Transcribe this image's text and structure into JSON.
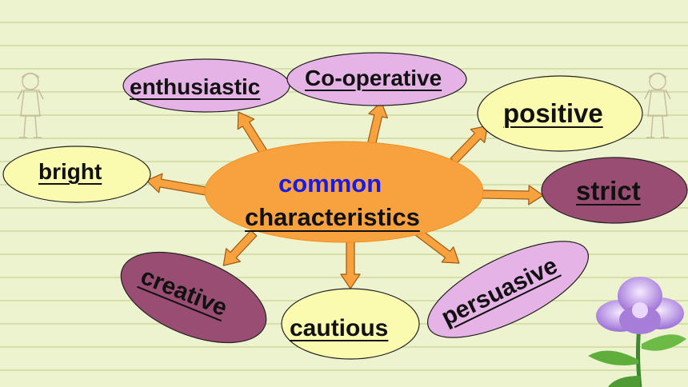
{
  "diagram": {
    "center": {
      "line1": "common",
      "line2": "characteristics"
    },
    "nodes": [
      {
        "id": "enthusiastic",
        "label": "enthusiastic"
      },
      {
        "id": "cooperative",
        "label": "Co-operative"
      },
      {
        "id": "positive",
        "label": "positive"
      },
      {
        "id": "bright",
        "label": "bright"
      },
      {
        "id": "strict",
        "label": "strict"
      },
      {
        "id": "creative",
        "label": "creative"
      },
      {
        "id": "cautious",
        "label": "cautious"
      },
      {
        "id": "persuasive",
        "label": "persuasive"
      }
    ]
  },
  "colors": {
    "background": "#eef3cf",
    "center_fill": "#f7a23e",
    "arrow_fill": "#f7a23e",
    "yellow_node": "#fbfbb0",
    "lilac_node": "#e6b3e6",
    "maroon_node": "#994d73",
    "center_line1_text": "#1a1ae6"
  },
  "decorations": [
    "girl-sketch-left",
    "girl-sketch-right",
    "purple-flower"
  ]
}
